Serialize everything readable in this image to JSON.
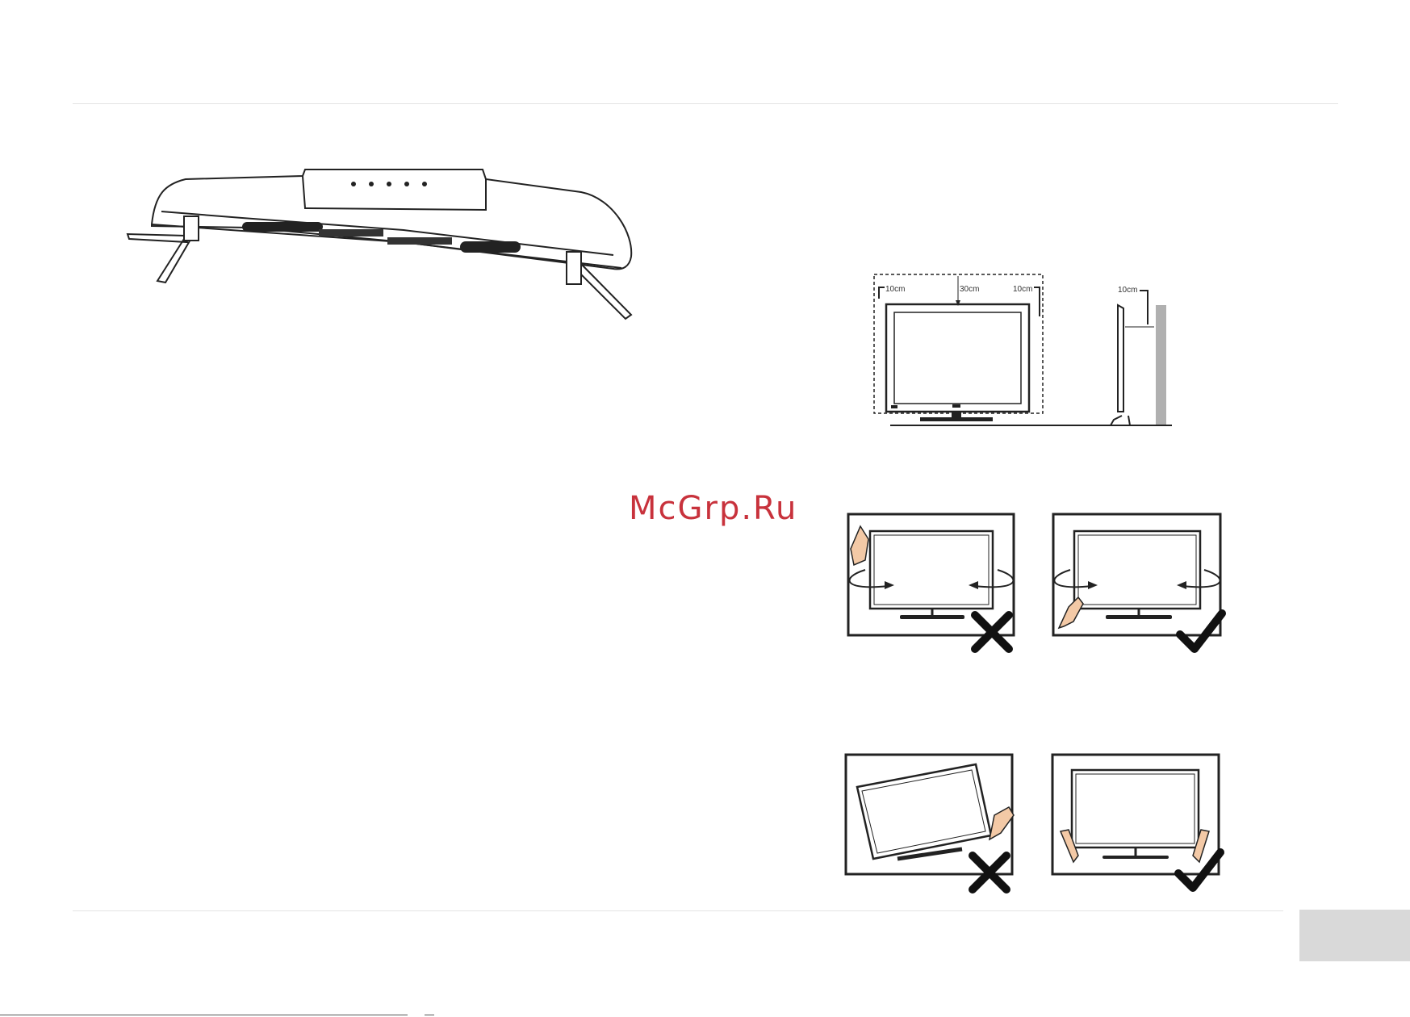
{
  "watermark": "McGrp.Ru",
  "clearance": {
    "left_label": "10cm",
    "top_label": "30cm",
    "right_label": "10cm",
    "rear_label": "10cm"
  },
  "handling": {
    "panels": [
      {
        "name": "carry-sides-wrong",
        "verdict": "cross-icon"
      },
      {
        "name": "carry-sides-correct",
        "verdict": "check-icon"
      },
      {
        "name": "carry-tilted-wrong",
        "verdict": "cross-icon"
      },
      {
        "name": "carry-level-correct",
        "verdict": "check-icon"
      }
    ]
  },
  "colors": {
    "watermark": "#c8323c",
    "page_tab": "#d9d9d9",
    "wall": "#b0b0b0"
  }
}
